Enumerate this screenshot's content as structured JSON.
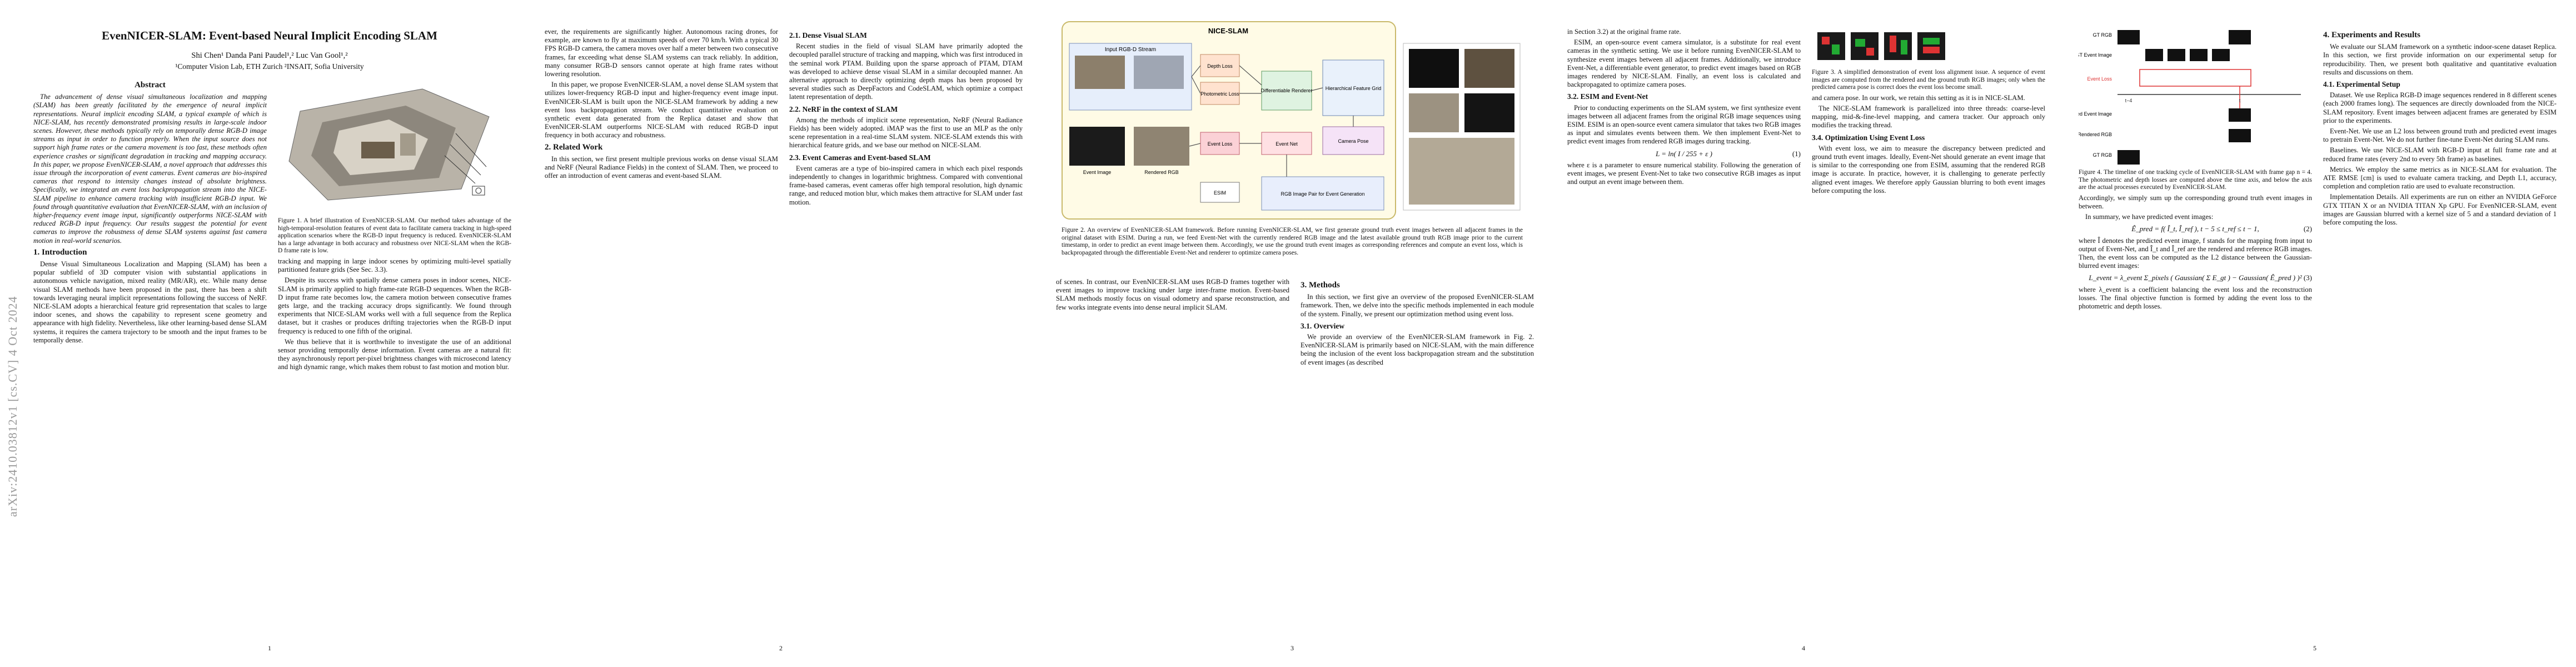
{
  "arxiv_stamp": "arXiv:2410.03812v1  [cs.CV]  4 Oct 2024",
  "paper": {
    "title": "EvenNICER-SLAM: Event-based Neural Implicit Encoding SLAM",
    "authors": "Shi Chen¹   Danda Pani Paudel¹,²   Luc Van Gool¹,²",
    "affiliations": "¹Computer Vision Lab, ETH Zurich     ²INSAIT, Sofia University"
  },
  "page1": {
    "abstract_heading": "Abstract",
    "abstract": "The advancement of dense visual simultaneous localization and mapping (SLAM) has been greatly facilitated by the emergence of neural implicit representations. Neural implicit encoding SLAM, a typical example of which is NICE-SLAM, has recently demonstrated promising results in large-scale indoor scenes. However, these methods typically rely on temporally dense RGB-D image streams as input in order to function properly. When the input source does not support high frame rates or the camera movement is too fast, these methods often experience crashes or significant degradation in tracking and mapping accuracy. In this paper, we propose EvenNICER-SLAM, a novel approach that addresses this issue through the incorporation of event cameras. Event cameras are bio-inspired cameras that respond to intensity changes instead of absolute brightness. Specifically, we integrated an event loss backpropagation stream into the NICE-SLAM pipeline to enhance camera tracking with insufficient RGB-D input. We found through quantitative evaluation that EvenNICER-SLAM, with an inclusion of higher-frequency event image input, significantly outperforms NICE-SLAM with reduced RGB-D input frequency. Our results suggest the potential for event cameras to improve the robustness of dense SLAM systems against fast camera motion in real-world scenarios.",
    "intro_heading": "1. Introduction",
    "intro_p1": "Dense Visual Simultaneous Localization and Mapping (SLAM) has been a popular subfield of 3D computer vision with substantial applications in autonomous vehicle navigation, mixed reality (MR/AR), etc. While many dense visual SLAM methods have been proposed in the past, there has been a shift towards leveraging neural implicit representations following the success of NeRF. NICE-SLAM adopts a hierarchical feature grid representation that scales to large indoor scenes, and shows the capability to represent scene geometry and appearance with high fidelity. Nevertheless, like other learning-based dense SLAM systems, it requires the camera trajectory to be smooth and the input frames to be temporally dense.",
    "fig1_caption": "Figure 1. A brief illustration of EvenNICER-SLAM. Our method takes advantage of the high-temporal-resolution features of event data to facilitate camera tracking in high-speed application scenarios where the RGB-D input frequency is reduced. EvenNICER-SLAM has a large advantage in both accuracy and robustness over NICE-SLAM when the RGB-D frame rate is low.",
    "col2_p1": "tracking and mapping in large indoor scenes by optimizing multi-level spatially partitioned feature grids (See Sec. 3.3).",
    "col2_p2": "Despite its success with spatially dense camera poses in indoor scenes, NICE-SLAM is primarily applied to high frame-rate RGB-D sequences. When the RGB-D input frame rate becomes low, the camera motion between consecutive frames gets large, and the tracking accuracy drops significantly. We found through experiments that NICE-SLAM works well with a full sequence from the Replica dataset, but it crashes or produces drifting trajectories when the RGB-D input frequency is reduced to one fifth of the original.",
    "col2_p3": "We thus believe that it is worthwhile to investigate the use of an additional sensor providing temporally dense information. Event cameras are a natural fit: they asynchronously report per-pixel brightness changes with microsecond latency and high dynamic range, which makes them robust to fast motion and motion blur.",
    "page_number": "1"
  },
  "page2": {
    "col1_p1": "ever, the requirements are significantly higher. Autonomous racing drones, for example, are known to fly at maximum speeds of over 70 km/h. With a typical 30 FPS RGB-D camera, the camera moves over half a meter between two consecutive frames, far exceeding what dense SLAM systems can track reliably. In addition, many consumer RGB-D sensors cannot operate at high frame rates without lowering resolution.",
    "col1_p2": "In this paper, we propose EvenNICER-SLAM, a novel dense SLAM system that utilizes lower-frequency RGB-D input and higher-frequency event image input. EvenNICER-SLAM is built upon the NICE-SLAM framework by adding a new event loss backpropagation stream. We conduct quantitative evaluation on synthetic event data generated from the Replica dataset and show that EvenNICER-SLAM outperforms NICE-SLAM with reduced RGB-D input frequency in both accuracy and robustness.",
    "related_heading": "2. Related Work",
    "related_p": "In this section, we first present multiple previous works on dense visual SLAM and NeRF (Neural Radiance Fields) in the context of SLAM. Then, we proceed to offer an introduction of event cameras and event-based SLAM.",
    "h_dense": "2.1. Dense Visual SLAM",
    "dense_p": "Recent studies in the field of visual SLAM have primarily adopted the decoupled parallel structure of tracking and mapping, which was first introduced in the seminal work PTAM. Building upon the sparse approach of PTAM, DTAM was developed to achieve dense visual SLAM in a similar decoupled manner. An alternative approach to directly optimizing depth maps has been proposed by several studies such as DeepFactors and CodeSLAM, which optimize a compact latent representation of depth.",
    "h_nerf": "2.2. NeRF in the context of SLAM",
    "nerf_p": "Among the methods of implicit scene representation, NeRF (Neural Radiance Fields) has been widely adopted. iMAP was the first to use an MLP as the only scene representation in a real-time SLAM system. NICE-SLAM extends this with hierarchical feature grids, and we base our method on NICE-SLAM.",
    "h_event": "2.3. Event Cameras and Event-based SLAM",
    "event_p": "Event cameras are a type of bio-inspired camera in which each pixel responds independently to changes in logarithmic brightness. Compared with conventional frame-based cameras, event cameras offer high temporal resolution, high dynamic range, and reduced motion blur, which makes them attractive for SLAM under fast motion.",
    "page_number": "2"
  },
  "page3": {
    "fig2_title": "NICE-SLAM",
    "fig2_blocks": [
      "Input RGB-D Stream",
      "Depth Loss",
      "Photometric Loss",
      "Event Loss",
      "Differentiable Renderer",
      "Hierarchical Feature Grid",
      "Camera Pose",
      "Event Image",
      "Rendered RGB",
      "Event Net",
      "ESIM",
      "RGB Image Pair for Event Generation"
    ],
    "fig2_caption": "Figure 2. An overview of EvenNICER-SLAM framework. Before running EvenNICER-SLAM, we first generate ground truth event images between all adjacent frames in the original dataset with ESIM. During a run, we feed Event-Net with the currently rendered RGB image and the latest available ground truth RGB image prior to the current timestamp, in order to predict an event image between them. Accordingly, we use the ground truth event images as corresponding references and compute an event loss, which is backpropagated through the differentiable Event-Net and renderer to optimize camera poses.",
    "col1_p": "of scenes. In contrast, our EvenNICER-SLAM uses RGB-D frames together with event images to improve tracking under large inter-frame motion. Event-based SLAM methods mostly focus on visual odometry and sparse reconstruction, and few works integrate events into dense neural implicit SLAM.",
    "methods_heading": "3. Methods",
    "methods_p": "In this section, we first give an overview of the proposed EvenNICER-SLAM framework. Then, we delve into the specific methods implemented in each module of the system. Finally, we present our optimization method using event loss.",
    "h_overview": "3.1. Overview",
    "overview_p": "We provide an overview of the EvenNICER-SLAM framework in Fig. 2. EvenNICER-SLAM is primarily based on NICE-SLAM, with the main difference being the inclusion of the event loss backpropagation stream and the substitution of event images (as described",
    "page_number": "3"
  },
  "page4": {
    "col1_p1": "in Section 3.2) at the original frame rate.",
    "col1_p2": "ESIM, an open-source event camera simulator, is a substitute for real event cameras in the synthetic setting. We use it before running EvenNICER-SLAM to synthesize event images between all adjacent frames. Additionally, we introduce Event-Net, a differentiable event generator, to predict event images based on RGB images rendered by NICE-SLAM. Finally, an event loss is calculated and backpropagated to optimize camera poses.",
    "h_esim": "3.2. ESIM and Event-Net",
    "esim_p": "Prior to conducting experiments on the SLAM system, we first synthesize event images between all adjacent frames from the original RGB image sequences using ESIM. ESIM is an open-source event camera simulator that takes two RGB images as input and simulates events between them. We then implement Event-Net to predict event images from rendered RGB images during tracking.",
    "eq1": "L = ln( I / 255 + ε )",
    "eq1_no": "(1)",
    "esim_p2": "where ε is a parameter to ensure numerical stability. Following the generation of event images, we present Event-Net to take two consecutive RGB images as input and output an event image between them.",
    "fig3_caption": "Figure 3. A simplified demonstration of event loss alignment issue. A sequence of event images are computed from the rendered and the ground truth RGB images; only when the predicted camera pose is correct does the event loss become small.",
    "col2_p1": "and camera pose. In our work, we retain this setting as it is in NICE-SLAM.",
    "col2_p2": "The NICE-SLAM framework is parallelized into three threads: coarse-level mapping, mid-&-fine-level mapping, and camera tracker. Our approach only modifies the tracking thread.",
    "h_opt": "3.4. Optimization Using Event Loss",
    "opt_p": "With event loss, we aim to measure the discrepancy between predicted and ground truth event images. Ideally, Event-Net should generate an event image that is similar to the corresponding one from ESIM, assuming that the rendered RGB image is accurate. In practice, however, it is challenging to generate perfectly aligned event images. We therefore apply Gaussian blurring to both event images before computing the loss.",
    "page_number": "4"
  },
  "page5": {
    "fig4_labels": [
      "GT RGB",
      "GT Event Image",
      "Event Loss",
      "Predicted Event Image",
      "Rendered RGB",
      "GT RGB"
    ],
    "fig4_caption": "Figure 4. The timeline of one tracking cycle of EvenNICER-SLAM with frame gap n = 4. The photometric and depth losses are computed above the time axis, and below the axis are the actual processes executed by EvenNICER-SLAM.",
    "col1_p1": "Accordingly, we simply sum up the corresponding ground truth event images in between.",
    "col1_p2": "In summary, we have predicted event images:",
    "eq2": "Ê_pred = f( Î_t, Î_ref ),  t − 5 ≤ t_ref ≤ t − 1,",
    "eq2_no": "(2)",
    "col1_p3": "where Î denotes the predicted event image, f stands for the mapping from input to output of Event-Net, and Î_t and Î_ref are the rendered and reference RGB images. Then, the event loss can be computed as the L2 distance between the Gaussian-blurred event images:",
    "eq3": "L_event = λ_event Σ_pixels ( Gaussian( Σ E_gt ) − Gaussian( Ê_pred ) )²",
    "eq3_no": "(3)",
    "col1_p4": "where λ_event is a coefficient balancing the event loss and the reconstruction losses. The final objective function is formed by adding the event loss to the photometric and depth losses.",
    "exp_heading": "4. Experiments and Results",
    "exp_p": "We evaluate our SLAM framework on a synthetic indoor-scene dataset Replica. In this section, we first provide information on our experimental setup for reproducibility. Then, we present both qualitative and quantitative evaluation results and discussions on them.",
    "h_setup": "4.1. Experimental Setup",
    "setup_dataset": "Dataset. We use Replica RGB-D image sequences rendered in 8 different scenes (each 2000 frames long). The sequences are directly downloaded from the NICE-SLAM repository. Event images between adjacent frames are generated by ESIM prior to the experiments.",
    "setup_eventnet": "Event-Net. We use an L2 loss between ground truth and predicted event images to pretrain Event-Net. We do not further fine-tune Event-Net during SLAM runs.",
    "setup_baselines": "Baselines. We use NICE-SLAM with RGB-D input at full frame rate and at reduced frame rates (every 2nd to every 5th frame) as baselines.",
    "setup_metrics": "Metrics. We employ the same metrics as in NICE-SLAM for evaluation. The ATE RMSE [cm] is used to evaluate camera tracking, and Depth L1, accuracy, completion and completion ratio are used to evaluate reconstruction.",
    "setup_impl": "Implementation Details. All experiments are run on either an NVIDIA GeForce GTX TITAN X or an NVIDIA TITAN Xp GPU. For EvenNICER-SLAM, event images are Gaussian blurred with a kernel size of 5 and a standard deviation of 1 before computing the loss.",
    "page_number": "5"
  }
}
